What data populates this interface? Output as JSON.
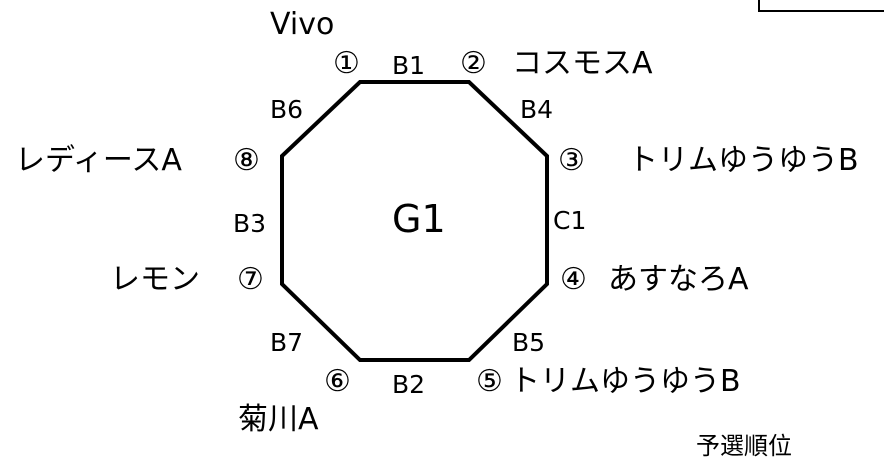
{
  "group": "G1",
  "positions": [
    {
      "num": "①",
      "team": "Vivo"
    },
    {
      "num": "②",
      "team": "コスモスA"
    },
    {
      "num": "③",
      "team": "トリムゆうゆうB"
    },
    {
      "num": "④",
      "team": "あすなろA"
    },
    {
      "num": "⑤",
      "team": "トリムゆうゆうB"
    },
    {
      "num": "⑥",
      "team": "菊川A"
    },
    {
      "num": "⑦",
      "team": "レモン"
    },
    {
      "num": "⑧",
      "team": "レディースA"
    }
  ],
  "edges": {
    "top": "B1",
    "top_right": "B4",
    "right": "C1",
    "bottom_right": "B5",
    "bottom": "B2",
    "bottom_left": "B7",
    "left": "B3",
    "top_left": "B6"
  },
  "footer_text": "予選順位"
}
